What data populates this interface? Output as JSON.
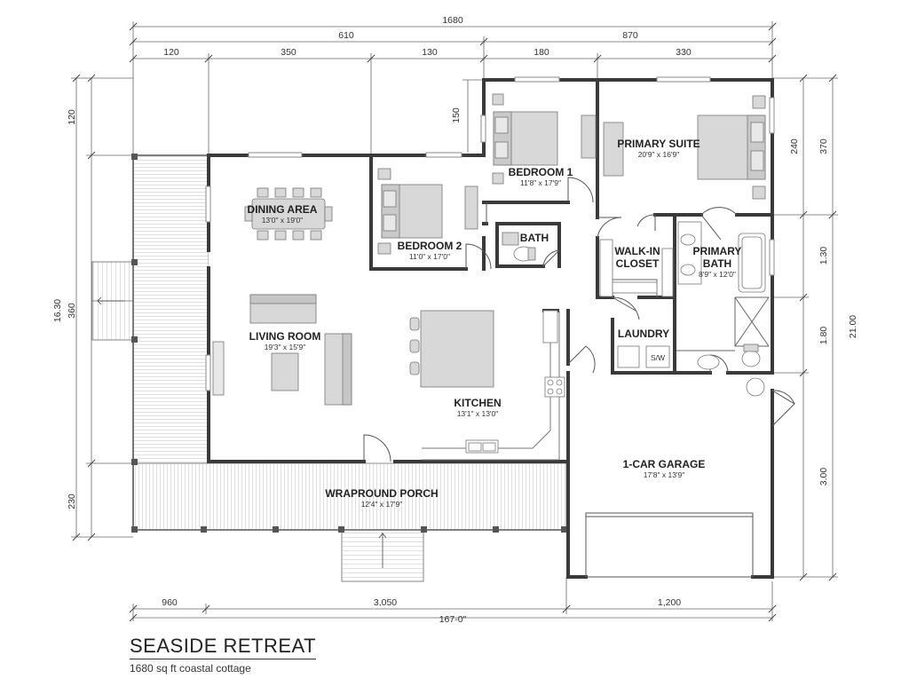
{
  "title": "SEASIDE RETREAT",
  "subtitle": "1680 sq ft coastal cottage",
  "rooms": {
    "dining": {
      "name": "DINING AREA",
      "size": "13'0\" x 19'0\""
    },
    "bedroom2": {
      "name": "BEDROOM 2",
      "size": "11'0\" x 17'0\""
    },
    "bedroom1": {
      "name": "BEDROOM 1",
      "size": "11'8\" x 17'9\""
    },
    "primary": {
      "name": "PRIMARY SUITE",
      "size": "20'9\" x 16'9\""
    },
    "bath": {
      "name": "BATH"
    },
    "walkin": {
      "name_1": "WALK-IN",
      "name_2": "CLOSET"
    },
    "pbath": {
      "name_1": "PRIMARY",
      "name_2": "BATH",
      "size": "8'9\" x 12'0\""
    },
    "living": {
      "name": "LIVING ROOM",
      "size": "19'3\" x 15'9\""
    },
    "laundry": {
      "name": "LAUNDRY",
      "appliance": "S/W"
    },
    "kitchen": {
      "name": "KITCHEN",
      "size": "13'1\" x 13'0\""
    },
    "garage": {
      "name": "1-CAR GARAGE",
      "size": "17'8\" x 13'9\""
    },
    "porch": {
      "name": "WRAPROUND PORCH",
      "size": "12'4\" x 17'9\""
    }
  },
  "dimensions": {
    "top": {
      "overall": "1680",
      "row2": [
        "610",
        "870"
      ],
      "row3": [
        "120",
        "350",
        "130",
        "180",
        "330"
      ],
      "step": "150"
    },
    "left": {
      "overall": "16.30",
      "segments": [
        "120",
        "360",
        "230"
      ]
    },
    "right": {
      "overall": "21.00",
      "segments_a": [
        "240",
        "1.30",
        "1.80",
        "3.00"
      ],
      "segment_b": "370"
    },
    "bottom": {
      "segments": [
        "960",
        "3,050",
        "1,200"
      ],
      "overall": "167-0\""
    }
  }
}
